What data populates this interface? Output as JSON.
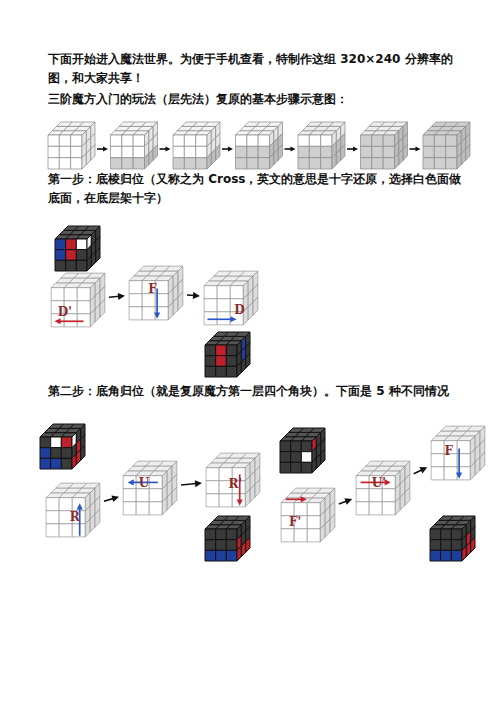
{
  "diagram": {
    "nodes": [
      {
        "text": [
          "D'"
        ]
      },
      {
        "text": [
          "F"
        ]
      },
      {
        "text": [
          "D"
        ]
      },
      {
        "text": [
          "R"
        ]
      },
      {
        "text": [
          "U"
        ]
      },
      {
        "text": [
          "R'"
        ]
      },
      {
        "text": [
          "F'"
        ]
      },
      {
        "text": [
          "U'"
        ]
      },
      {
        "text": [
          "F"
        ]
      }
    ],
    "edges": [
      {
        "from": 0,
        "to": 1,
        "arrow": "to"
      },
      {
        "from": 1,
        "to": 2,
        "arrow": "to"
      },
      {
        "from": 3,
        "to": 4,
        "arrow": "to"
      },
      {
        "from": 4,
        "to": 5,
        "arrow": "to"
      },
      {
        "from": 6,
        "to": 7,
        "arrow": "to"
      },
      {
        "from": 7,
        "to": 8,
        "arrow": "to"
      }
    ],
    "labels": [
      "下面开始进入魔法世界。为便于手机查看，特制作这组 320×240 分辨率的图，和大家共享！",
      "三阶魔方入门的玩法（层先法）复原的基本步骤示意图：",
      "第一步：底棱归位（又称之为 Cross，英文的意思是十字还原，选择白色面做底面，在底层架十字）",
      "第二步：底角归位（就是复原魔方第一层四个角块）。下面是 5 种不同情况"
    ]
  }
}
